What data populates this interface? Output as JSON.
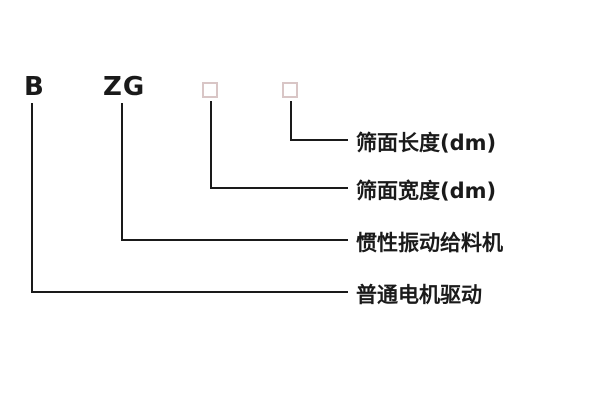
{
  "diagram": {
    "title": "model-designation-key",
    "code_parts": {
      "drive_letter": "B",
      "machine_letters": "ZG",
      "digit_box_1": "",
      "digit_box_2": ""
    },
    "labels": {
      "screen_length": "筛面长度(dm)",
      "screen_width": "筛面宽度(dm)",
      "machine_type": "惯性振动给料机",
      "drive_type": "普通电机驱动"
    },
    "colors": {
      "line": "#1a1a1a",
      "text": "#1a1a1a",
      "box_border": "#d9c6c6",
      "background": "#ffffff"
    }
  }
}
